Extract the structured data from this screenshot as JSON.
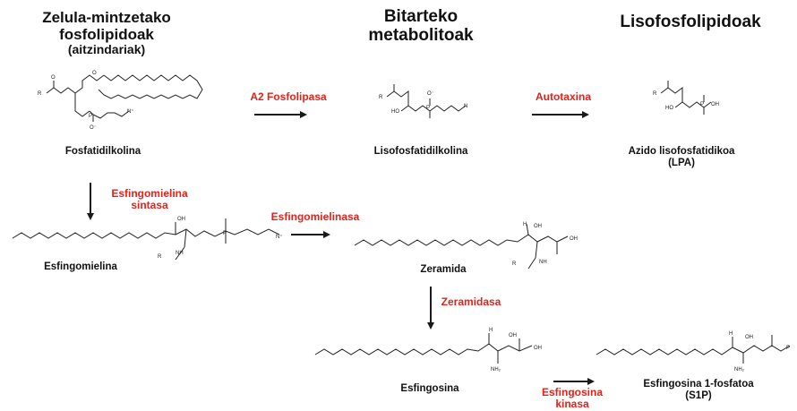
{
  "headers": {
    "precursors": [
      "Zelula-mintzetako fosfolipidoak",
      "(aitzindariak)"
    ],
    "intermediates": [
      "Bitarteko",
      "metabolitoak"
    ],
    "lyso": [
      "Lisofosfolipidoak"
    ]
  },
  "compounds": {
    "phosphatidylcholine": "Fosfatidilkolina",
    "lysophosphatidylcholine": "Lisofosfatidilkolina",
    "lpa": [
      "Azido lisofosfatidikoa",
      "(LPA)"
    ],
    "sphingomyelin": "Esfingomielina",
    "ceramide": "Zeramida",
    "sphingosine": "Esfingosina",
    "s1p": [
      "Esfingosina 1-fosfatoa",
      "(S1P)"
    ]
  },
  "enzymes": {
    "a2": "A2 Fosfolipasa",
    "autotaxin": "Autotaxina",
    "sm_synthase": [
      "Esfingomielina",
      "sintasa"
    ],
    "smase": "Esfingomielinasa",
    "ceramidase": "Zeramidasa",
    "sph_kinase": [
      "Esfingosina",
      "kinasa"
    ]
  },
  "atoms": {
    "R": "R",
    "R1": "R",
    "R2": "R",
    "O": "O",
    "Op": "O",
    "Om": "O⁻",
    "P": "P",
    "N": "N",
    "Np": "N⁺",
    "OH": "OH",
    "HO": "HO",
    "H": "H",
    "NH": "NH",
    "NH2": "NH₂",
    "HN": "HN"
  },
  "colors": {
    "enzyme": "#e2231a",
    "text": "#111111",
    "arrow": "#1a1a1a"
  }
}
